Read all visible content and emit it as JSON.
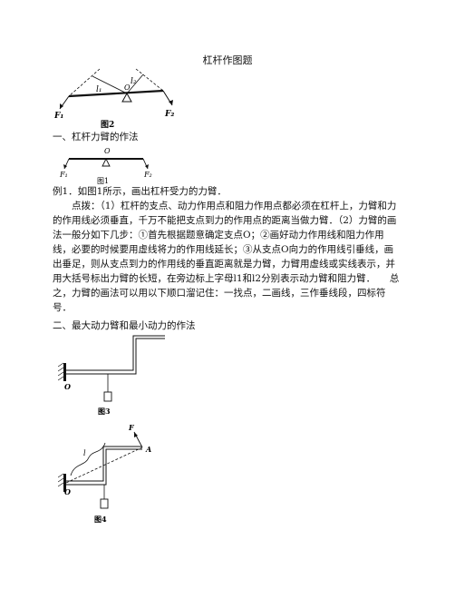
{
  "title": "杠杆作图题",
  "figures": {
    "fig2": {
      "caption": "图2",
      "labels": {
        "l1": "l₁",
        "l2": "l₂",
        "o": "O",
        "f1": "F₁",
        "f2": "F₂"
      }
    },
    "fig1": {
      "caption": "图1",
      "labels": {
        "o": "O",
        "f1": "F₁",
        "f2": "F₂"
      }
    },
    "fig3": {
      "caption": "图3",
      "labels": {
        "o": "O"
      }
    },
    "fig4": {
      "caption": "图4",
      "labels": {
        "o": "O",
        "a": "A",
        "f": "F",
        "l": "l"
      }
    }
  },
  "section1": "一、杠杆力臂的作法",
  "example": {
    "heading": "例1．如图1所示，画出杠杆受力的力臂．",
    "body": "点拨：（1）杠杆的支点、动力作用点和阻力作用点都必须在杠杆上，力臂和力的作用线必须垂直，千万不能把支点到力的作用点的距离当做力臂．（2）力臂的画法一般分如下几步：①首先根据题意确定支点O；②画好动力作用线和阻力作用线，必要的时候要用虚线将力的作用线延长；③从支点O向力的作用线引垂线，画出垂足，则从支点到力的作用线的垂直距离就是力臂，力臂用虚线或实线表示，并用大括号标出力臂的长短，在旁边标上字母l1和l2分别表示动力臂和阻力臂．　　总之，力臂的画法可以用以下顺口溜记住：一找点，二画线，三作垂线段，四标符号．"
  },
  "section2": "二、最大动力臂和最小动力的作法"
}
